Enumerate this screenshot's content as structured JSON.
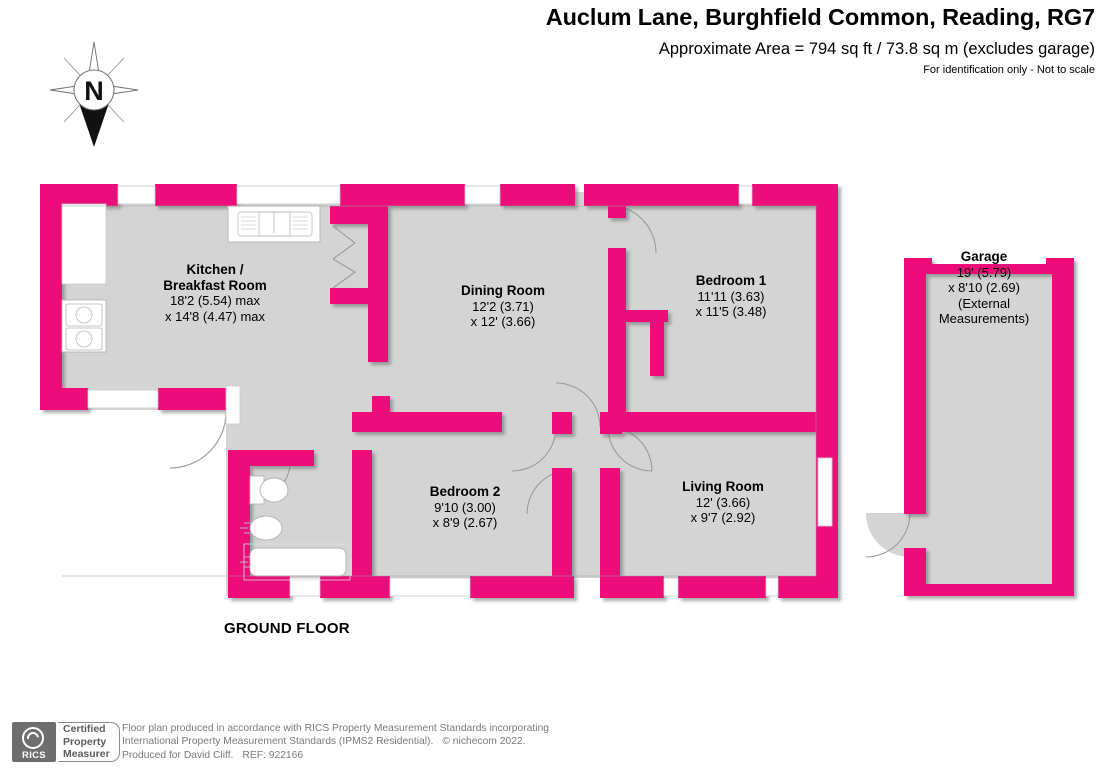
{
  "header": {
    "title": "Auclum Lane, Burghfield Common, Reading, RG7",
    "area": "Approximate Area = 794 sq ft / 73.8 sq m (excludes garage)",
    "disclaimer": "For identification only - Not to scale"
  },
  "compass": {
    "label": "N",
    "icon": "compass-rose-icon"
  },
  "floor": {
    "caption": "GROUND FLOOR"
  },
  "colors": {
    "wall": "#ED0C7A",
    "wall_shadow": "#8c0a4c",
    "room_fill": "#d4d4d4",
    "fixture_stroke": "#9a9a9a",
    "door_arc": "#9a9a9a",
    "footer_text": "#7a7a7a",
    "rics_badge": "#6e6e6e"
  },
  "rooms": [
    {
      "key": "kitchen",
      "name": "Kitchen /",
      "name2": "Breakfast Room",
      "dim1": "18'2 (5.54) max",
      "dim2": "x 14'8 (4.47) max"
    },
    {
      "key": "dining",
      "name": "Dining Room",
      "dim1": "12'2 (3.71)",
      "dim2": "x 12' (3.66)"
    },
    {
      "key": "bedroom1",
      "name": "Bedroom 1",
      "dim1": "11'11 (3.63)",
      "dim2": "x 11'5 (3.48)"
    },
    {
      "key": "bedroom2",
      "name": "Bedroom 2",
      "dim1": "9'10 (3.00)",
      "dim2": "x 8'9 (2.67)"
    },
    {
      "key": "living",
      "name": "Living Room",
      "dim1": "12' (3.66)",
      "dim2": "x 9'7 (2.92)"
    },
    {
      "key": "garage",
      "name": "Garage",
      "dim1": "19' (5.79)",
      "dim2": "x 8'10 (2.69)",
      "dim3": "(External",
      "dim4": "Measurements)"
    }
  ],
  "footer": {
    "badge_mark": "RICS",
    "badge_line1": "Certified",
    "badge_line2": "Property",
    "badge_line3": "Measurer",
    "line1": "Floor plan produced in accordance with RICS Property Measurement Standards incorporating",
    "line2a": "International Property Measurement Standards (IPMS2 Residential).",
    "line2b": "© nichecom 2022.",
    "line3a": "Produced for David Cliff.",
    "line3b": "REF:  922166"
  }
}
